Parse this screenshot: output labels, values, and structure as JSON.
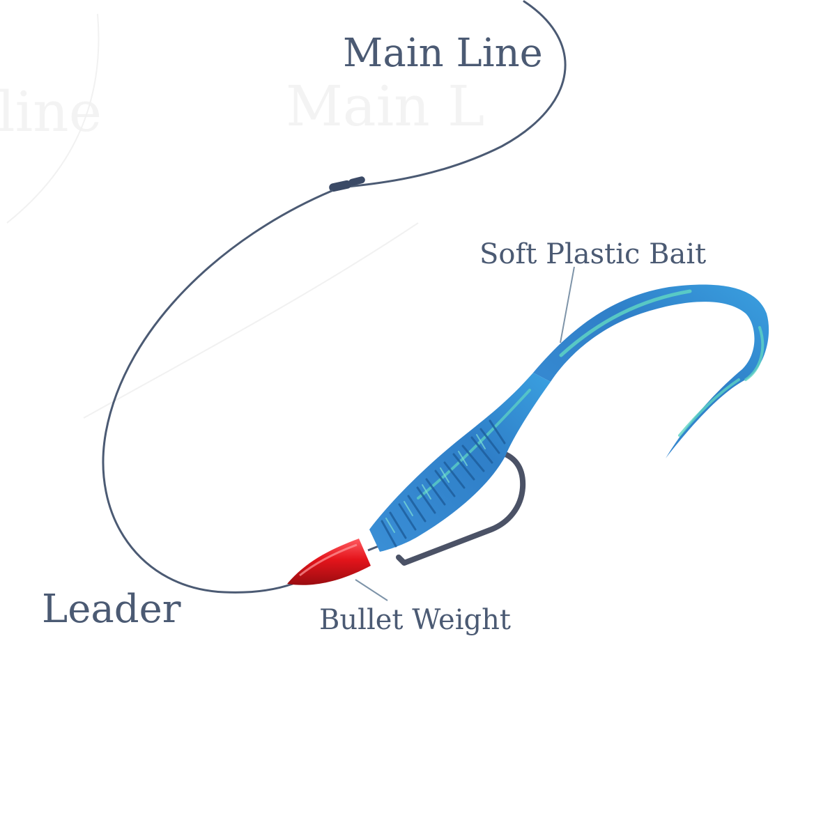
{
  "labels": {
    "main_line": "Main Line",
    "soft_plastic_bait": "Soft Plastic Bait",
    "leader": "Leader",
    "bullet_weight": "Bullet Weight"
  },
  "ghost_text": {
    "left": "line",
    "center": "Main L"
  },
  "colors": {
    "line": "#4b5a73",
    "weight": "#e4141b",
    "bait": "#2f7fc8",
    "bait_highlight": "#5fd3c3",
    "hook": "#4b5266"
  },
  "icons": {
    "swivel": "swivel-icon",
    "hook": "hook-icon",
    "weight": "bullet-weight-icon",
    "bait": "soft-plastic-bait-icon"
  }
}
